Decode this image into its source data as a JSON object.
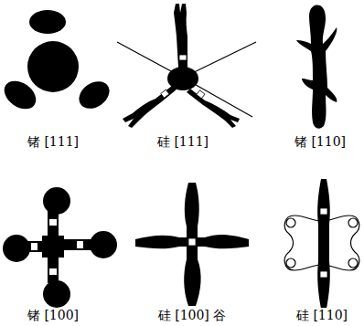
{
  "diagram": {
    "labels": [
      "锗 [111]",
      "硅 [111]",
      "锗 [110]",
      "锗 [100]",
      "硅 [100] 谷",
      "硅 [110]"
    ]
  }
}
